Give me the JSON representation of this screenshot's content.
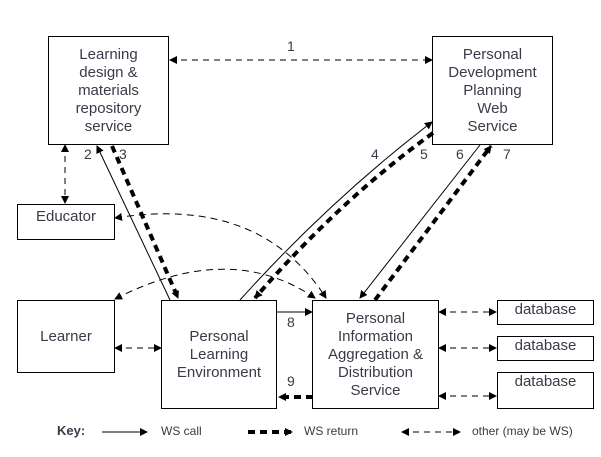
{
  "nodes": {
    "ldmr": "Learning\ndesign &\nmaterials\nrepository\nservice",
    "pdp": "Personal\nDevelopment\nPlanning\nWeb\nService",
    "educator": "Educator",
    "learner": "Learner",
    "ple": "Personal\nLearning\nEnvironment",
    "piads": "Personal\nInformation\nAggregation &\nDistribution\nService",
    "db1": "database",
    "db2": "database",
    "db3": "database"
  },
  "edge_labels": [
    "1",
    "2",
    "3",
    "4",
    "5",
    "6",
    "7",
    "8",
    "9"
  ],
  "edges": [
    {
      "id": "1",
      "from": "ldmr",
      "to": "pdp",
      "kind": "other"
    },
    {
      "id": "2",
      "from": "ple",
      "to": "ldmr",
      "kind": "ws-call"
    },
    {
      "id": "3",
      "from": "ldmr",
      "to": "ple",
      "kind": "ws-return"
    },
    {
      "id": "4",
      "from": "ple",
      "to": "pdp",
      "kind": "ws-call"
    },
    {
      "id": "5",
      "from": "pdp",
      "to": "ple",
      "kind": "ws-return"
    },
    {
      "id": "6",
      "from": "pdp",
      "to": "piads",
      "kind": "ws-call"
    },
    {
      "id": "7",
      "from": "piads",
      "to": "pdp",
      "kind": "ws-return"
    },
    {
      "id": "8",
      "from": "ple",
      "to": "piads",
      "kind": "ws-call"
    },
    {
      "id": "9",
      "from": "piads",
      "to": "ple",
      "kind": "ws-return"
    }
  ],
  "key": {
    "title": "Key:",
    "ws_call": "WS call",
    "ws_return": "WS return",
    "other": "other (may be WS)"
  }
}
